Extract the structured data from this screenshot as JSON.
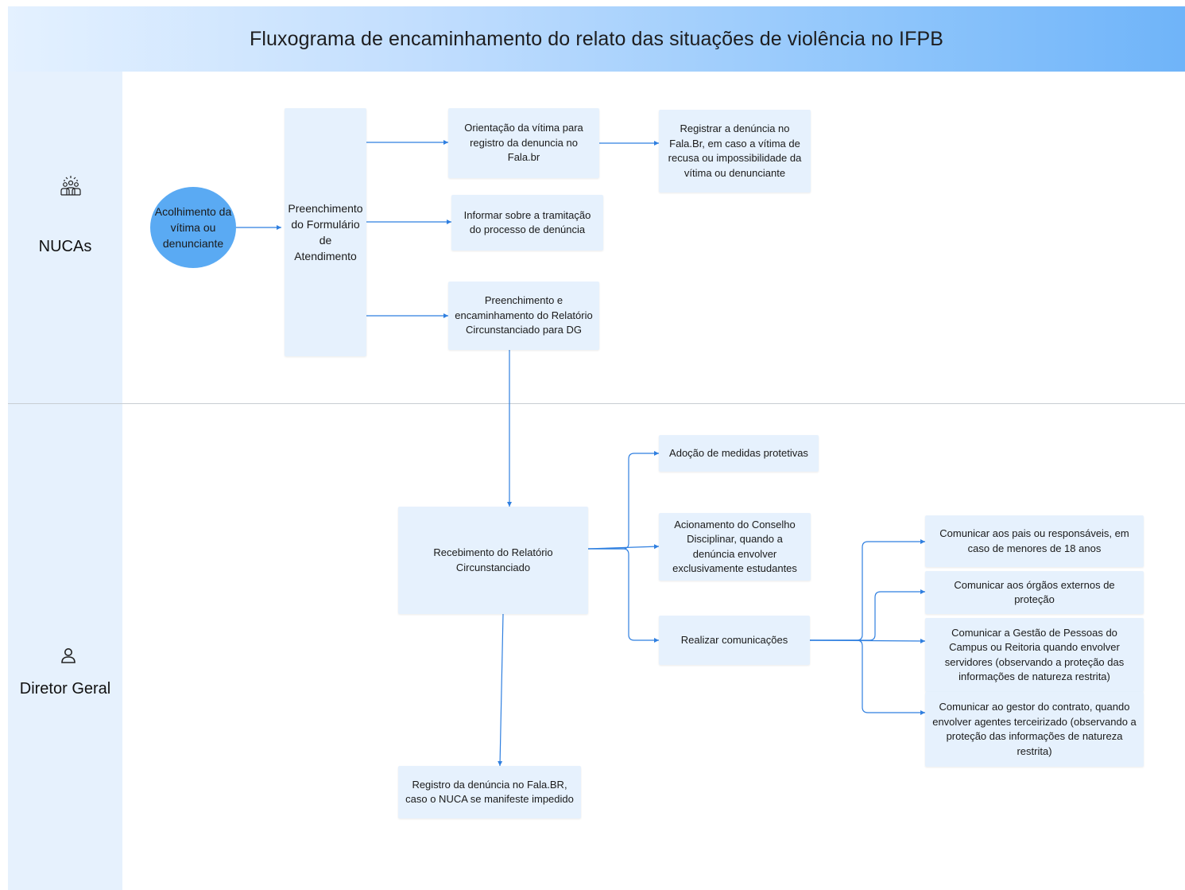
{
  "title": "Fluxograma de encaminhamento do relato das situações de violência no IFPB",
  "lanes": {
    "nucas": {
      "label": "NUCAs",
      "icon": "group-icon"
    },
    "diretor": {
      "label": "Diretor Geral",
      "icon": "person-icon"
    }
  },
  "nodes": {
    "acolhimento": "Acolhimento da vítima ou denunciante",
    "preenchimento_formulario": "Preenchimento do Formulário de Atendimento",
    "orientacao": "Orientação da vítima para registro da denuncia no Fala.br",
    "registrar_denuncia": "Registrar a denúncia no Fala.Br, em caso a vítima de recusa ou impossibilidade da vítima ou denunciante",
    "informar_tramitacao": "Informar sobre a tramitação do processo de denúncia",
    "relatorio_encaminhamento": "Preenchimento e encaminhamento do Relatório Circunstanciado para DG",
    "recebimento_relatorio": "Recebimento do Relatório Circunstanciado",
    "medidas_protetivas": "Adoção de medidas protetivas",
    "conselho_disciplinar": "Acionamento do Conselho Disciplinar, quando a denúncia envolver exclusivamente estudantes",
    "realizar_comunicacoes": "Realizar comunicações",
    "comunicar_pais": "Comunicar aos pais ou responsáveis, em caso de menores de 18 anos",
    "comunicar_orgaos": "Comunicar aos órgãos externos de proteção",
    "comunicar_gestao": "Comunicar a Gestão de Pessoas do Campus ou Reitoria quando envolver servidores (observando a proteção das informações de natureza restrita)",
    "comunicar_gestor": "Comunicar ao gestor do contrato, quando envolver agentes terceirizado (observando a proteção das informações de natureza restrita)",
    "registro_falabr": "Registro da denúncia no Fala.BR, caso o NUCA se manifeste impedido"
  },
  "colors": {
    "node_fill": "#e6f1fd",
    "start_fill": "#5aaaf3",
    "connector": "#2f7fe0"
  }
}
